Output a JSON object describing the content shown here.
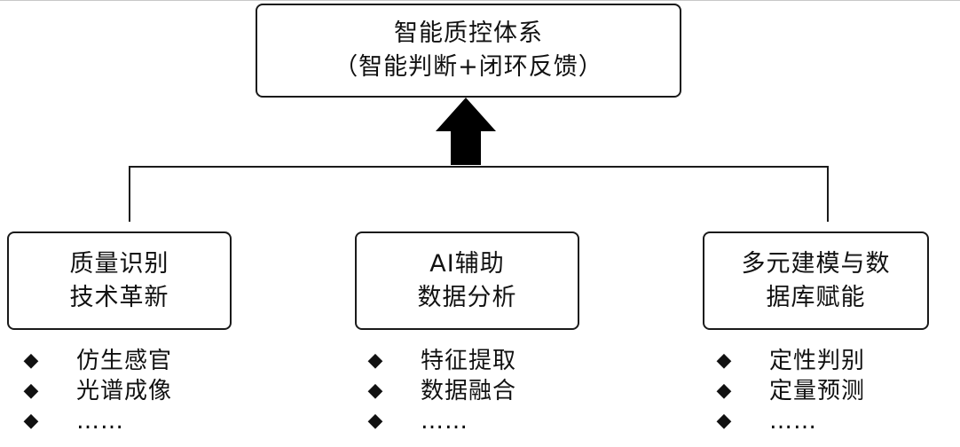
{
  "top_box": {
    "line1": "智能质控体系",
    "line2": "（智能判断+闭环反馈）"
  },
  "columns": [
    {
      "title_line1": "质量识别",
      "title_line2": "技术革新",
      "bullets": [
        "仿生感官",
        "光谱成像",
        "……"
      ]
    },
    {
      "title_line1": "AI辅助",
      "title_line2": "数据分析",
      "bullets": [
        "特征提取",
        "数据融合",
        "……"
      ]
    },
    {
      "title_line1": "多元建模与数",
      "title_line2": "据库赋能",
      "bullets": [
        "定性判别",
        "定量预测",
        "……"
      ]
    }
  ],
  "bullet_glyph": "◆"
}
